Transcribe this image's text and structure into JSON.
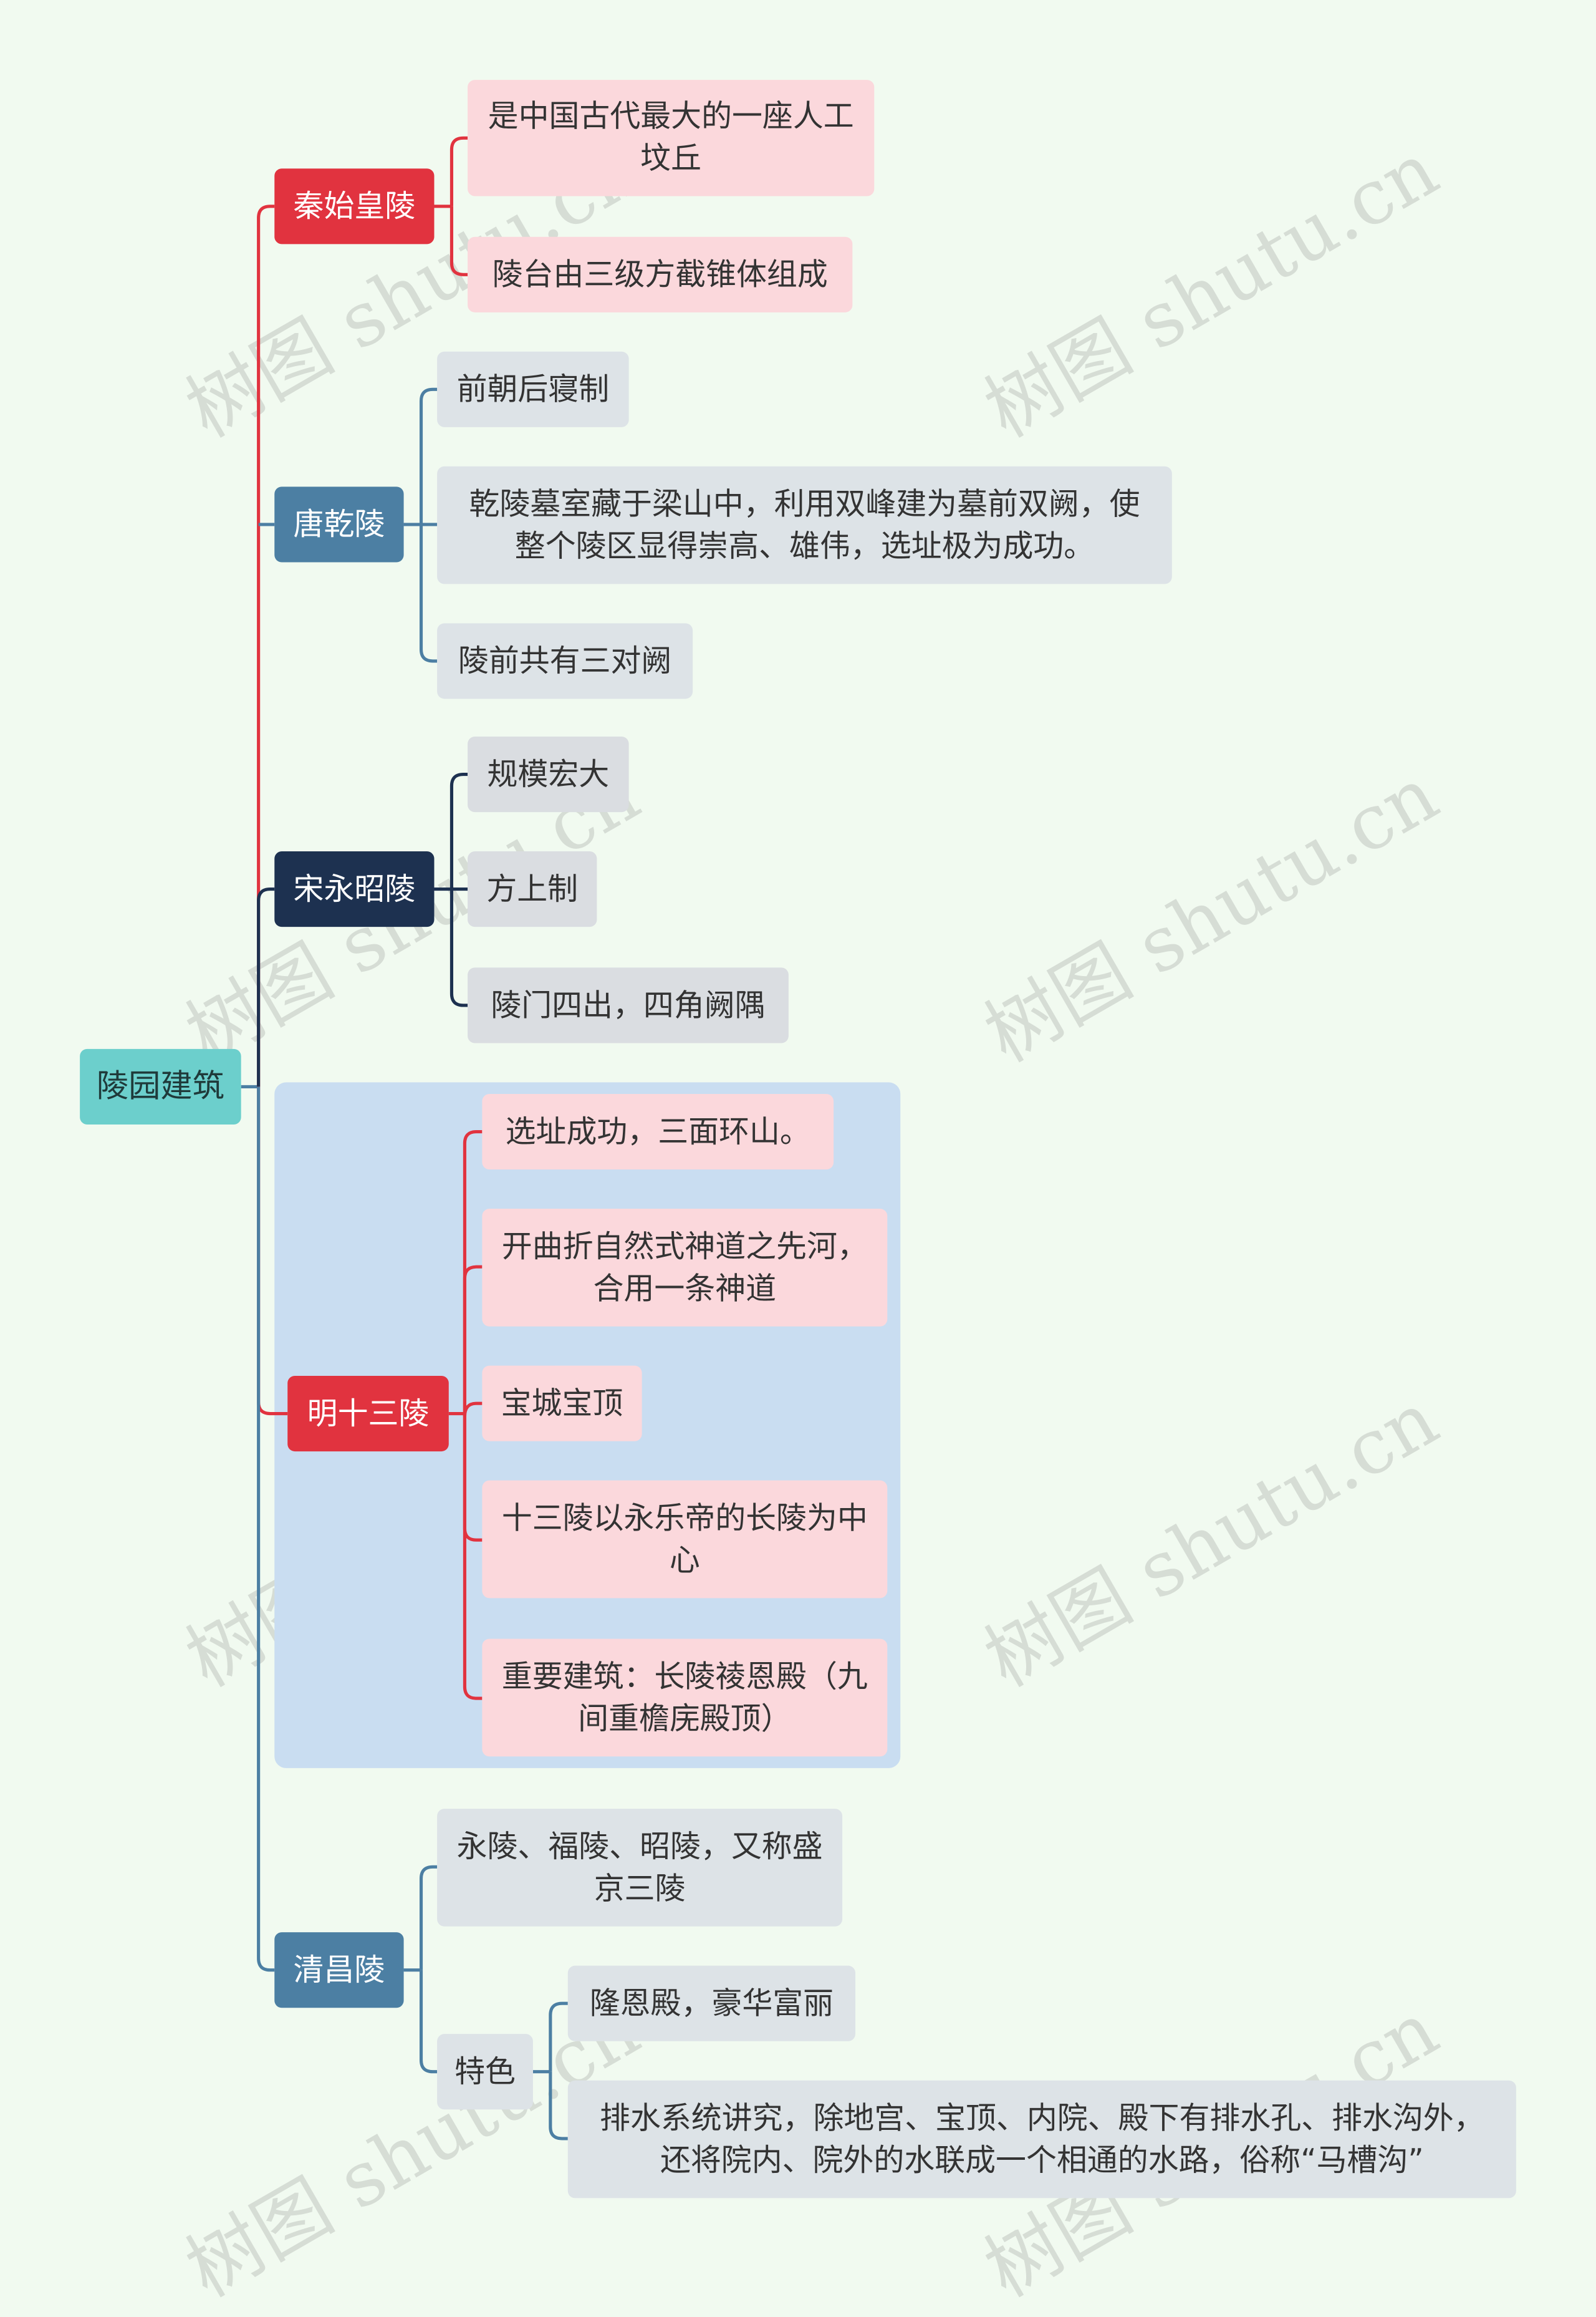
{
  "root": "陵园建筑",
  "branches": [
    {
      "label": "秦始皇陵",
      "children": [
        "是中国古代最大的一座人工坟丘",
        "陵台由三级方截锥体组成"
      ]
    },
    {
      "label": "唐乾陵",
      "children": [
        "前朝后寝制",
        "乾陵墓室藏于梁山中，利用双峰建为墓前双阙，使整个陵区显得崇高、雄伟，选址极为成功。",
        "陵前共有三对阙"
      ]
    },
    {
      "label": "宋永昭陵",
      "children": [
        "规模宏大",
        "方上制",
        "陵门四出，四角阙隅"
      ]
    },
    {
      "label": "明十三陵",
      "children": [
        "选址成功，三面环山。",
        "开曲折自然式神道之先河，合用一条神道",
        "宝城宝顶",
        "十三陵以永乐帝的长陵为中心",
        "重要建筑：长陵祾恩殿（九间重檐庑殿顶）"
      ]
    },
    {
      "label": "清昌陵",
      "children": [
        "永陵、福陵、昭陵，又称盛京三陵"
      ],
      "sub": {
        "label": "特色",
        "children": [
          "隆恩殿，豪华富丽",
          "排水系统讲究，除地宫、宝顶、内院、殿下有排水孔、排水沟外，还将院内、院外的水联成一个相通的水路，俗称“马槽沟”"
        ]
      }
    }
  ],
  "watermark": "树图 shutu.cn",
  "colors": {
    "background": "#f1faf0",
    "red": "#e1333f",
    "steel_blue": "#4c7fa3",
    "navy": "#1d3150",
    "teal": "#6ccfcc",
    "pink": "#fbd8dc",
    "grey": "#dde3e7",
    "panel": "#c9ddf1"
  }
}
